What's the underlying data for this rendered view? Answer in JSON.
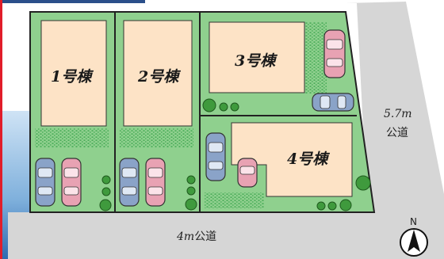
{
  "lots": [
    {
      "label": "1号棟"
    },
    {
      "label": "2号棟"
    },
    {
      "label": "3号棟"
    },
    {
      "label": "4号棟"
    }
  ],
  "roads": {
    "south": {
      "width_label": "4m",
      "type_label": "公道"
    },
    "east": {
      "width_label": "5.7m",
      "type_label": "公道"
    }
  },
  "compass": {
    "label": "N"
  },
  "colors": {
    "road": "#d6d6d6",
    "lot_green": "#8fd08e",
    "lot_border": "#222222",
    "building": "#fde3c6",
    "lawn_dots": "#2f9e44",
    "tree": "#3f9a3d",
    "car_blue": "#8aa3c8",
    "car_pink": "#e8a2b3",
    "frame_red": "#e11d2a",
    "frame_blue": "#3a6fb0"
  }
}
